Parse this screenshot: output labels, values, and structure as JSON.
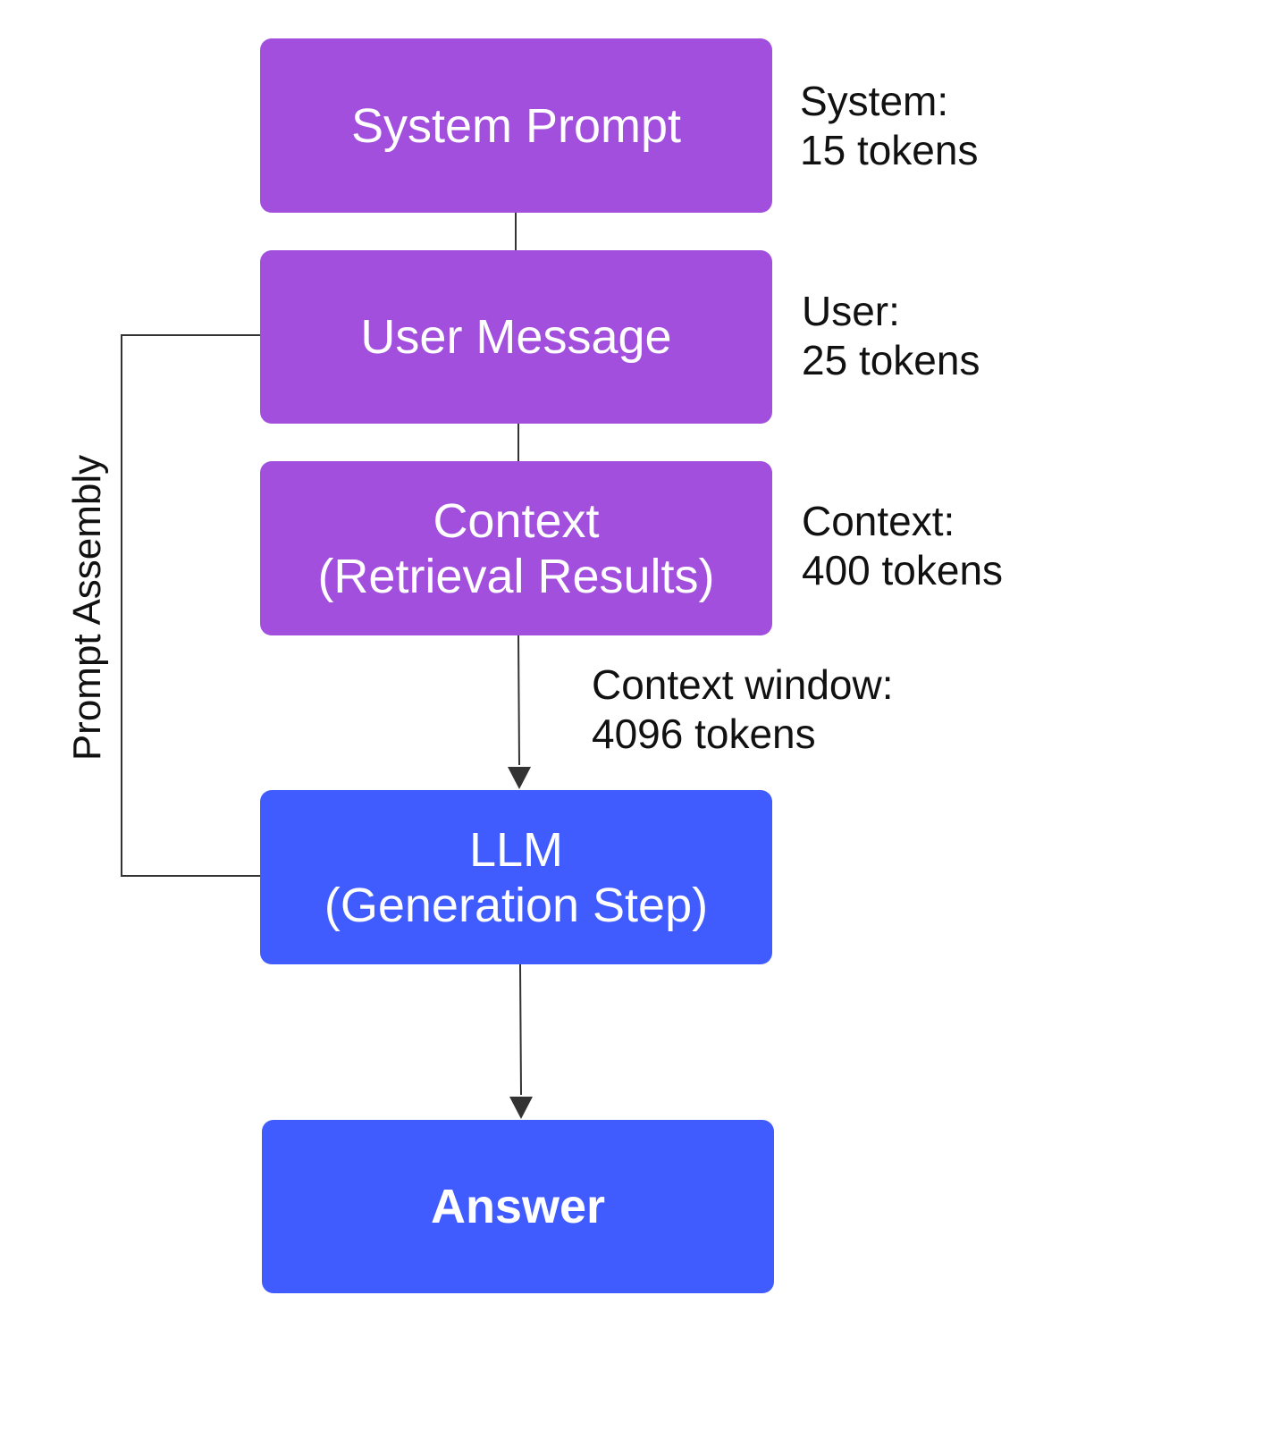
{
  "colors": {
    "purple_box": "#a24fde",
    "blue_box": "#405cff",
    "line": "#333333",
    "box_text": "#ffffff",
    "note_text": "#111111"
  },
  "nodes": {
    "system_prompt": {
      "line1": "System Prompt"
    },
    "user_message": {
      "line1": "User Message"
    },
    "context": {
      "line1": "Context",
      "line2": "(Retrieval Results)"
    },
    "llm": {
      "line1": "LLM",
      "line2": "(Generation Step)"
    },
    "answer": {
      "line1": "Answer"
    }
  },
  "annotations": {
    "system": {
      "line1": "System:",
      "line2": "15 tokens"
    },
    "user": {
      "line1": "User:",
      "line2": "25 tokens"
    },
    "context": {
      "line1": "Context:",
      "line2": "400 tokens"
    },
    "context_window": {
      "line1": "Context window:",
      "line2": "4096 tokens"
    }
  },
  "side_label": "Prompt Assembly"
}
